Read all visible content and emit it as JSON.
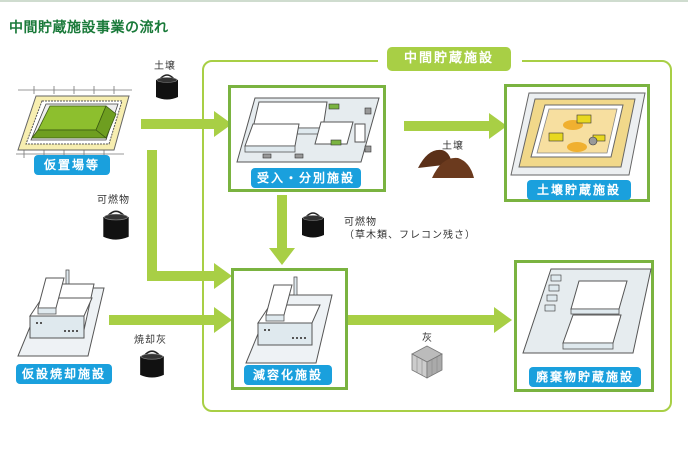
{
  "title": "中間貯蔵施設事業の流れ",
  "colors": {
    "title": "#1a7a3a",
    "arrow": "#a8cf45",
    "zone_border": "#a8cf45",
    "facility_border": "#7ab340",
    "badge": "#1aa0dd",
    "soil": "#6b3a1e"
  },
  "zone": {
    "label": "中間貯蔵施設"
  },
  "facilities": {
    "temp_storage": {
      "label": "仮置場等",
      "icon": "temporary-storage-site-icon"
    },
    "temp_incinerator": {
      "label": "仮設焼却施設",
      "icon": "incinerator-building-icon"
    },
    "sorting": {
      "label": "受入・分別施設",
      "icon": "sorting-facility-icon"
    },
    "volume_reduction": {
      "label": "減容化施設",
      "icon": "incinerator-building-icon"
    },
    "soil_storage": {
      "label": "土壌貯蔵施設",
      "icon": "soil-storage-pit-icon"
    },
    "waste_storage": {
      "label": "廃棄物貯蔵施設",
      "icon": "waste-storage-building-icon"
    }
  },
  "materials": {
    "soil_bag": {
      "label": "土壌",
      "icon": "flexible-container-bag-icon"
    },
    "combustibles_bag": {
      "label": "可燃物",
      "icon": "flexible-container-bag-icon"
    },
    "combustibles_sorted": {
      "line1": "可燃物",
      "line2": "（草木類、フレコン残さ）",
      "icon": "flexible-container-bag-icon"
    },
    "ash_bag": {
      "label": "焼却灰",
      "icon": "flexible-container-bag-icon"
    },
    "soil_pile": {
      "label": "土壌",
      "icon": "soil-pile-icon"
    },
    "ash_box": {
      "label": "灰",
      "icon": "ash-container-icon"
    }
  }
}
